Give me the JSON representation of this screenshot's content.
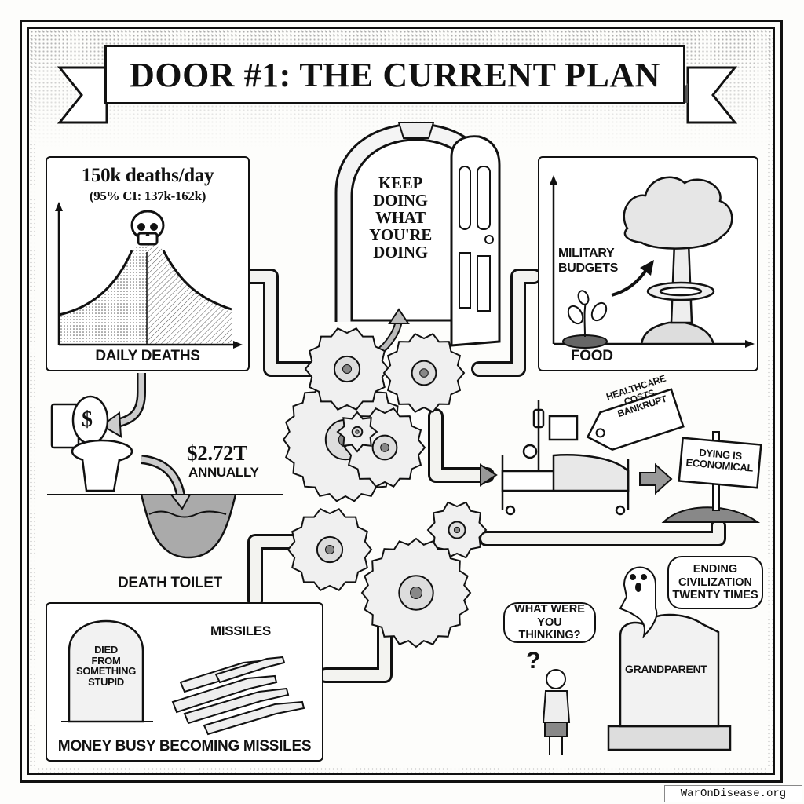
{
  "header": {
    "title": "DOOR #1: THE CURRENT PLAN"
  },
  "door": {
    "text_lines": [
      "KEEP",
      "DOING",
      "WHAT",
      "YOU'RE",
      "DOING"
    ]
  },
  "deaths_panel": {
    "headline": "150k deaths/day",
    "confidence_interval": "(95% CI: 137k-162k)",
    "axis_label": "DAILY DEATHS"
  },
  "food_panel": {
    "annotation_line1": "MILITARY",
    "annotation_line2": "BUDGETS",
    "axis_label": "FOOD"
  },
  "toilet_section": {
    "amount": "$2.72T",
    "period": "ANNUALLY",
    "label": "DEATH TOILET",
    "lid_symbol": "$"
  },
  "healthcare_section": {
    "tag_lines": [
      "HEALTHCARE",
      "COSTS",
      "BANKRUPT"
    ],
    "sign_lines": [
      "DYING IS",
      "ECONOMICAL"
    ]
  },
  "missiles_panel": {
    "tombstone_lines": [
      "DIED",
      "FROM",
      "SOMETHING",
      "STUPID"
    ],
    "missiles_label": "MISSILES",
    "caption": "MONEY BUSY BECOMING MISSILES"
  },
  "grave_section": {
    "ghost_bubble_lines": [
      "ENDING",
      "CIVILIZATION",
      "TWENTY TIMES"
    ],
    "child_bubble_lines": [
      "WHAT WERE",
      "YOU THINKING?"
    ],
    "question_mark": "?",
    "tombstone_label": "GRANDPARENT"
  },
  "footer": {
    "url": "WarOnDisease.org"
  }
}
